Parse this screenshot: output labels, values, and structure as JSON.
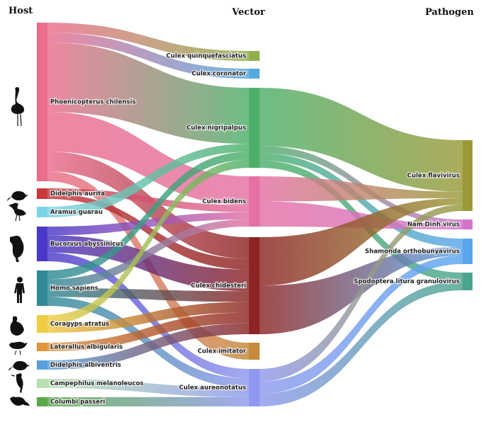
{
  "columns": {
    "host": "Host",
    "vector": "Vector",
    "pathogen": "Pathogen"
  },
  "hosts": [
    {
      "id": "phoenicopterus",
      "label": "Phoenicopterus chilensis",
      "color": "#ea6d8c",
      "icon": "flamingo-icon"
    },
    {
      "id": "didelphis_aurita",
      "label": "Didelphis aurita",
      "color": "#c8383e",
      "icon": "opossum-icon"
    },
    {
      "id": "aramus",
      "label": "Aramus guarau",
      "color": "#7dd3e6",
      "icon": "heron-icon"
    },
    {
      "id": "bucorvus",
      "label": "Bucorvus abyssinicus",
      "color": "#4a38c8",
      "icon": "hornbill-icon"
    },
    {
      "id": "homo",
      "label": "Homo sapiens",
      "color": "#2f8a96",
      "icon": "human-icon"
    },
    {
      "id": "coragyps",
      "label": "Coragyps atratus",
      "color": "#f0cc44",
      "icon": "vulture-icon"
    },
    {
      "id": "laterallus",
      "label": "Laterallus albigularis",
      "color": "#e0963c",
      "icon": "rail-icon"
    },
    {
      "id": "didelphis_albi",
      "label": "Didelphis albiventris",
      "color": "#5aa0de",
      "icon": "opossum-icon"
    },
    {
      "id": "campephilus",
      "label": "Campephilus melanoleucos",
      "color": "#b6e0b0",
      "icon": "woodpecker-icon"
    },
    {
      "id": "columbi",
      "label": "Columbi passeri",
      "color": "#58aa48",
      "icon": "dove-icon"
    }
  ],
  "vectors": [
    {
      "id": "quinque",
      "label": "Culex quinquefasciatus",
      "color": "#8fb04c"
    },
    {
      "id": "coronator",
      "label": "Culex coronator",
      "color": "#55a8e0"
    },
    {
      "id": "nigripalpus",
      "label": "Culex nigripalpus",
      "color": "#4daf6a"
    },
    {
      "id": "bidens",
      "label": "Culex bidens",
      "color": "#e470a4"
    },
    {
      "id": "chidesteri",
      "label": "Culex chidesteri",
      "color": "#8c2424"
    },
    {
      "id": "imitator",
      "label": "Culex imitator",
      "color": "#c58a3c"
    },
    {
      "id": "aureonotatus",
      "label": "Culex aureonotatus",
      "color": "#8f98ee"
    }
  ],
  "pathogens": [
    {
      "id": "flavivirus",
      "label": "Culex flavivirus",
      "color": "#9a9a38"
    },
    {
      "id": "namdinh",
      "label": "Nam Dinh virus",
      "color": "#d274cc"
    },
    {
      "id": "shamonda",
      "label": "Shamonda orthobunyavirus",
      "color": "#5aa6ee"
    },
    {
      "id": "spodoptera",
      "label": "Spodoptera litura granulovirus",
      "color": "#4aa58e"
    }
  ],
  "host_vector_links": [
    {
      "source": "phoenicopterus",
      "target": "quinque",
      "value": 1
    },
    {
      "source": "phoenicopterus",
      "target": "coronator",
      "value": 1
    },
    {
      "source": "phoenicopterus",
      "target": "nigripalpus",
      "value": 7
    },
    {
      "source": "phoenicopterus",
      "target": "bidens",
      "value": 4
    },
    {
      "source": "phoenicopterus",
      "target": "chidesteri",
      "value": 2
    },
    {
      "source": "phoenicopterus",
      "target": "imitator",
      "value": 1
    },
    {
      "source": "didelphis_aurita",
      "target": "bidens",
      "value": 1
    },
    {
      "source": "didelphis_aurita",
      "target": "chidesteri",
      "value": 1
    },
    {
      "source": "aramus",
      "target": "nigripalpus",
      "value": 1
    },
    {
      "source": "bucorvus",
      "target": "bidens",
      "value": 1
    },
    {
      "source": "bucorvus",
      "target": "chidesteri",
      "value": 2
    },
    {
      "source": "bucorvus",
      "target": "aureonotatus",
      "value": 1
    },
    {
      "source": "homo",
      "target": "nigripalpus",
      "value": 1
    },
    {
      "source": "homo",
      "target": "bidens",
      "value": 1
    },
    {
      "source": "homo",
      "target": "chidesteri",
      "value": 1
    },
    {
      "source": "homo",
      "target": "aureonotatus",
      "value": 1
    },
    {
      "source": "coragyps",
      "target": "nigripalpus",
      "value": 1
    },
    {
      "source": "coragyps",
      "target": "chidesteri",
      "value": 1
    },
    {
      "source": "laterallus",
      "target": "chidesteri",
      "value": 1
    },
    {
      "source": "didelphis_albi",
      "target": "chidesteri",
      "value": 1
    },
    {
      "source": "campephilus",
      "target": "aureonotatus",
      "value": 1
    },
    {
      "source": "columbi",
      "target": "aureonotatus",
      "value": 1
    }
  ],
  "vector_pathogen_links": [
    {
      "source": "nigripalpus",
      "target": "flavivirus",
      "value": 8
    },
    {
      "source": "nigripalpus",
      "target": "namdinh",
      "value": 1
    },
    {
      "source": "nigripalpus",
      "target": "shamonda",
      "value": 1
    },
    {
      "source": "nigripalpus",
      "target": "spodoptera",
      "value": 1
    },
    {
      "source": "bidens",
      "target": "flavivirus",
      "value": 1
    },
    {
      "source": "bidens",
      "target": "namdinh",
      "value": 1
    },
    {
      "source": "chidesteri",
      "target": "flavivirus",
      "value": 1
    },
    {
      "source": "chidesteri",
      "target": "shamonda",
      "value": 1
    },
    {
      "source": "aureonotatus",
      "target": "flavivirus",
      "value": 1
    },
    {
      "source": "aureonotatus",
      "target": "shamonda",
      "value": 1
    },
    {
      "source": "aureonotatus",
      "target": "spodoptera",
      "value": 1
    }
  ]
}
